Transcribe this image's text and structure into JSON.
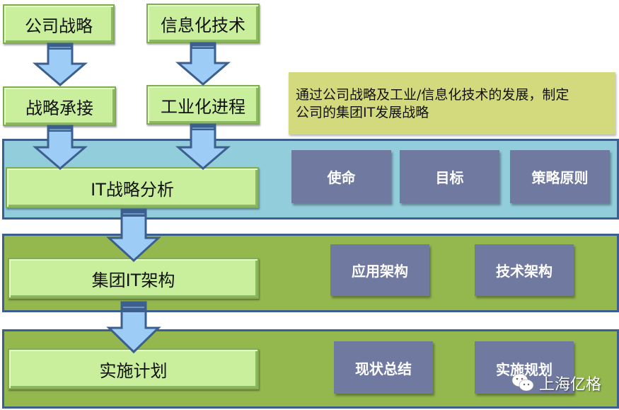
{
  "top_boxes": {
    "company_strategy": "公司战略",
    "it_technology": "信息化技术",
    "strategy_adoption": "战略承接",
    "industrialization": "工业化进程"
  },
  "note": {
    "line1": "通过公司战略及工业/信息化技术的发展，制定",
    "line2": "公司的集团IT发展战略"
  },
  "bands": [
    {
      "label": "IT战略分析",
      "tiles": [
        "使命",
        "目标",
        "策略原则"
      ],
      "color": "#92cddc"
    },
    {
      "label": "集团IT架构",
      "tiles": [
        "应用架构",
        "技术架构"
      ],
      "color": "#94b84e"
    },
    {
      "label": "实施计划",
      "tiles": [
        "现状总结",
        "实施规划"
      ],
      "color": "#94b84e"
    }
  ],
  "colors": {
    "box_fill": "#c9ef9c",
    "tile_fill": "#7079a0",
    "arrow_fill": "#9dcdf7",
    "arrow_stroke": "#3c5f8e",
    "note_fill": "#d3d97d"
  },
  "watermark": {
    "icon": "wechat-icon",
    "text": "上海亿格"
  }
}
